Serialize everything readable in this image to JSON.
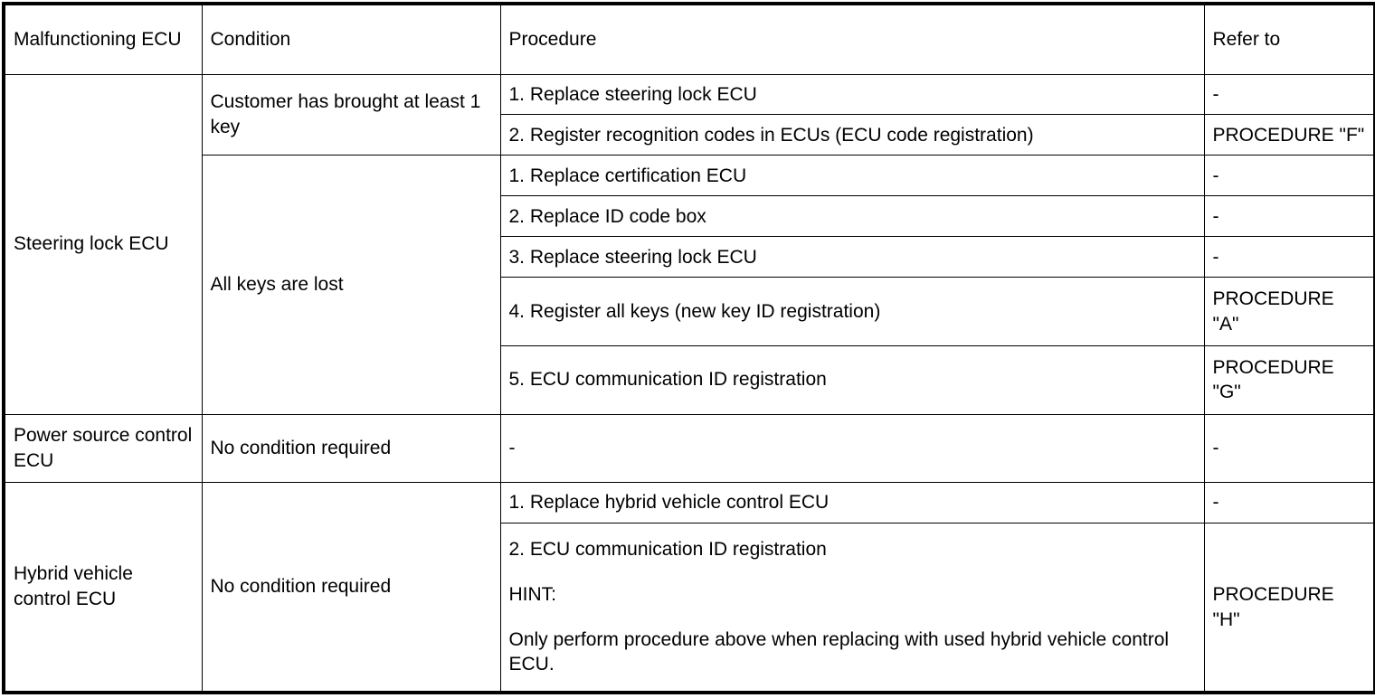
{
  "table": {
    "headers": [
      {
        "label": "Malfunctioning ECU"
      },
      {
        "label": "Condition"
      },
      {
        "label": "Procedure"
      },
      {
        "label": "Refer to"
      }
    ],
    "groups": [
      {
        "ecu": "Steering lock ECU",
        "conditions": [
          {
            "condition": "Customer has brought at least 1 key",
            "rows": [
              {
                "procedure": "1. Replace steering lock ECU",
                "refer_to": "-"
              },
              {
                "procedure": "2. Register recognition codes in ECUs (ECU code registration)",
                "refer_to": "PROCEDURE \"F\""
              }
            ]
          },
          {
            "condition": "All keys are lost",
            "rows": [
              {
                "procedure": "1. Replace certification ECU",
                "refer_to": "-"
              },
              {
                "procedure": "2. Replace ID code box",
                "refer_to": "-"
              },
              {
                "procedure": "3. Replace steering lock ECU",
                "refer_to": "-"
              },
              {
                "procedure": "4. Register all keys (new key ID registration)",
                "refer_to": "PROCEDURE \"A\""
              },
              {
                "procedure": "5. ECU communication ID registration",
                "refer_to": "PROCEDURE \"G\""
              }
            ]
          }
        ]
      },
      {
        "ecu": "Power source control ECU",
        "conditions": [
          {
            "condition": "No condition required",
            "rows": [
              {
                "procedure": "-",
                "refer_to": "-"
              }
            ]
          }
        ]
      },
      {
        "ecu": "Hybrid vehicle control ECU",
        "conditions": [
          {
            "condition": "No condition required",
            "rows": [
              {
                "procedure": "1. Replace hybrid vehicle control ECU",
                "refer_to": "-"
              },
              {
                "procedure_lines": [
                  "2. ECU communication ID registration",
                  "HINT:",
                  "Only perform procedure above when replacing with used hybrid vehicle control ECU."
                ],
                "refer_to": "PROCEDURE \"H\""
              }
            ]
          }
        ]
      }
    ]
  }
}
